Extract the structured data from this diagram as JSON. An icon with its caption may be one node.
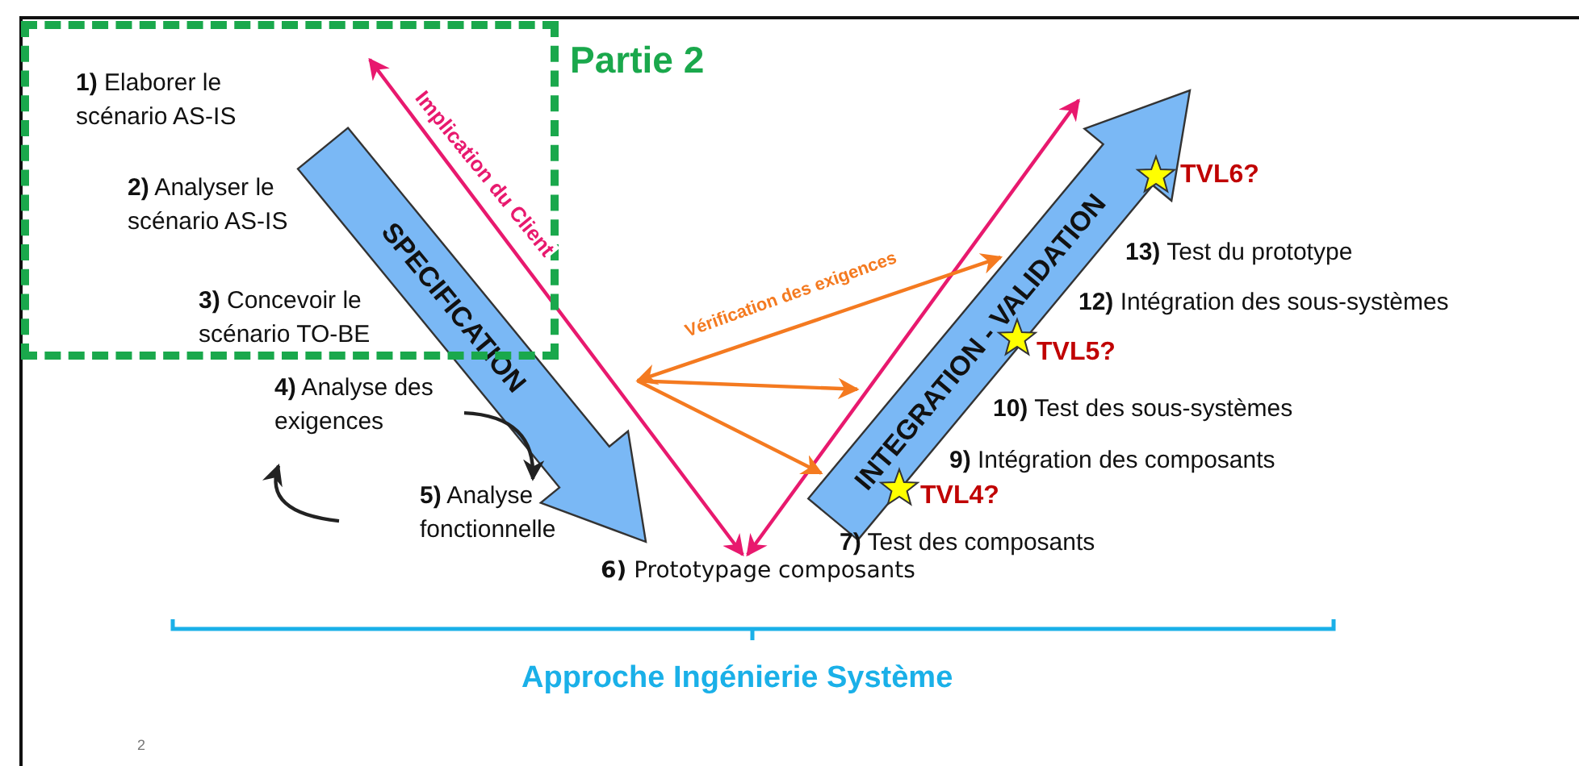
{
  "diagram": {
    "nodes": [
      {
        "text": [
          "Partie 2"
        ]
      },
      {
        "text": [
          "**1)** Elaborer le scénario AS-IS"
        ],
        "in": 0
      },
      {
        "text": [
          "**2)** Analyser le scénario AS-IS"
        ],
        "in": 0
      },
      {
        "text": [
          "**3)** Concevoir le scénario TO-BE"
        ],
        "in": 0
      },
      {
        "text": [
          "**4)** Analyse des exigences"
        ]
      },
      {
        "text": [
          "**5)** Analyse fonctionnelle"
        ]
      },
      {
        "text": [
          "SPECIFICATION"
        ]
      },
      {
        "text": [
          "INTEGRATION - VALIDATION"
        ]
      },
      {
        "text": [
          "**6)** Prototypage composants"
        ]
      }
    ],
    "edges": [
      {
        "from": 4,
        "to": 5,
        "arrow": "to",
        "color": "#222222"
      },
      {
        "from": 5,
        "to": 4,
        "arrow": "to",
        "color": "#222222"
      },
      {
        "from": 0,
        "to": 8,
        "arrow": "both",
        "label": "Implication du Client",
        "color": "#e8196e"
      },
      {
        "from": 8,
        "to": 7,
        "arrow": "both",
        "color": "#e8196e"
      },
      {
        "from": 6,
        "to": 7,
        "arrow": "both",
        "label": "Vérification des exigences",
        "color": "#f47a20"
      },
      {
        "from": 6,
        "to": 7,
        "arrow": "to",
        "color": "#f47a20"
      },
      {
        "from": 6,
        "to": 7,
        "arrow": "to",
        "color": "#f47a20"
      }
    ],
    "labels": [
      "TVL6?",
      "**13)** Test du prototype",
      "**12)** Intégration des sous-systèmes",
      "TVL5?",
      "**10)** Test des sous-systèmes",
      "**9)** Intégration des composants",
      "TVL4?",
      "**7)** Test des composants",
      "Approche Ingénierie Système",
      "2"
    ]
  }
}
